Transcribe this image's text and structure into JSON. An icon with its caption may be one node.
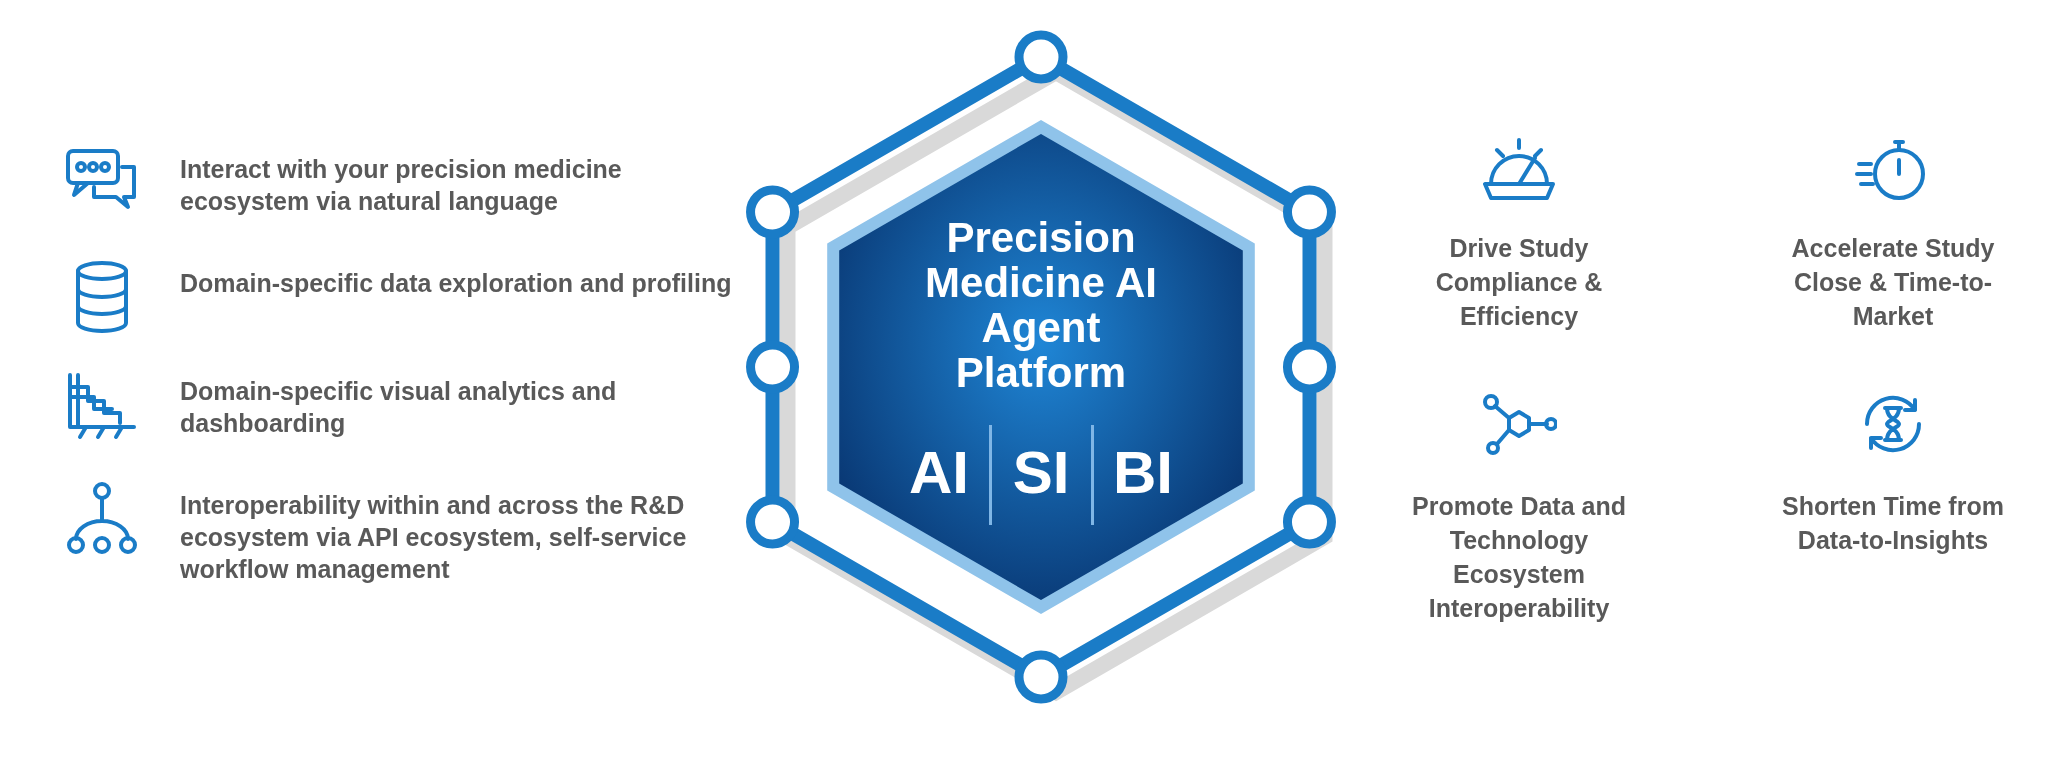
{
  "diagram": {
    "nodes": [
      {
        "text": [
          "Precision Medicine AI Agent Platform",
          "AI",
          "SI",
          "BI"
        ]
      }
    ],
    "labels": [
      "Interact with your precision medicine ecosystem via natural language",
      "Domain-specific data exploration and profiling",
      "Domain-specific visual analytics and dashboarding",
      "Interoperability within and across the R&D ecosystem via API ecosystem, self-service workflow management",
      "Drive Study Compliance & Efficiency",
      "Accelerate Study Close & Time-to-Market",
      "Promote Data and Technology Ecosystem Interoperability",
      "Shorten Time from Data-to-Insights"
    ]
  }
}
